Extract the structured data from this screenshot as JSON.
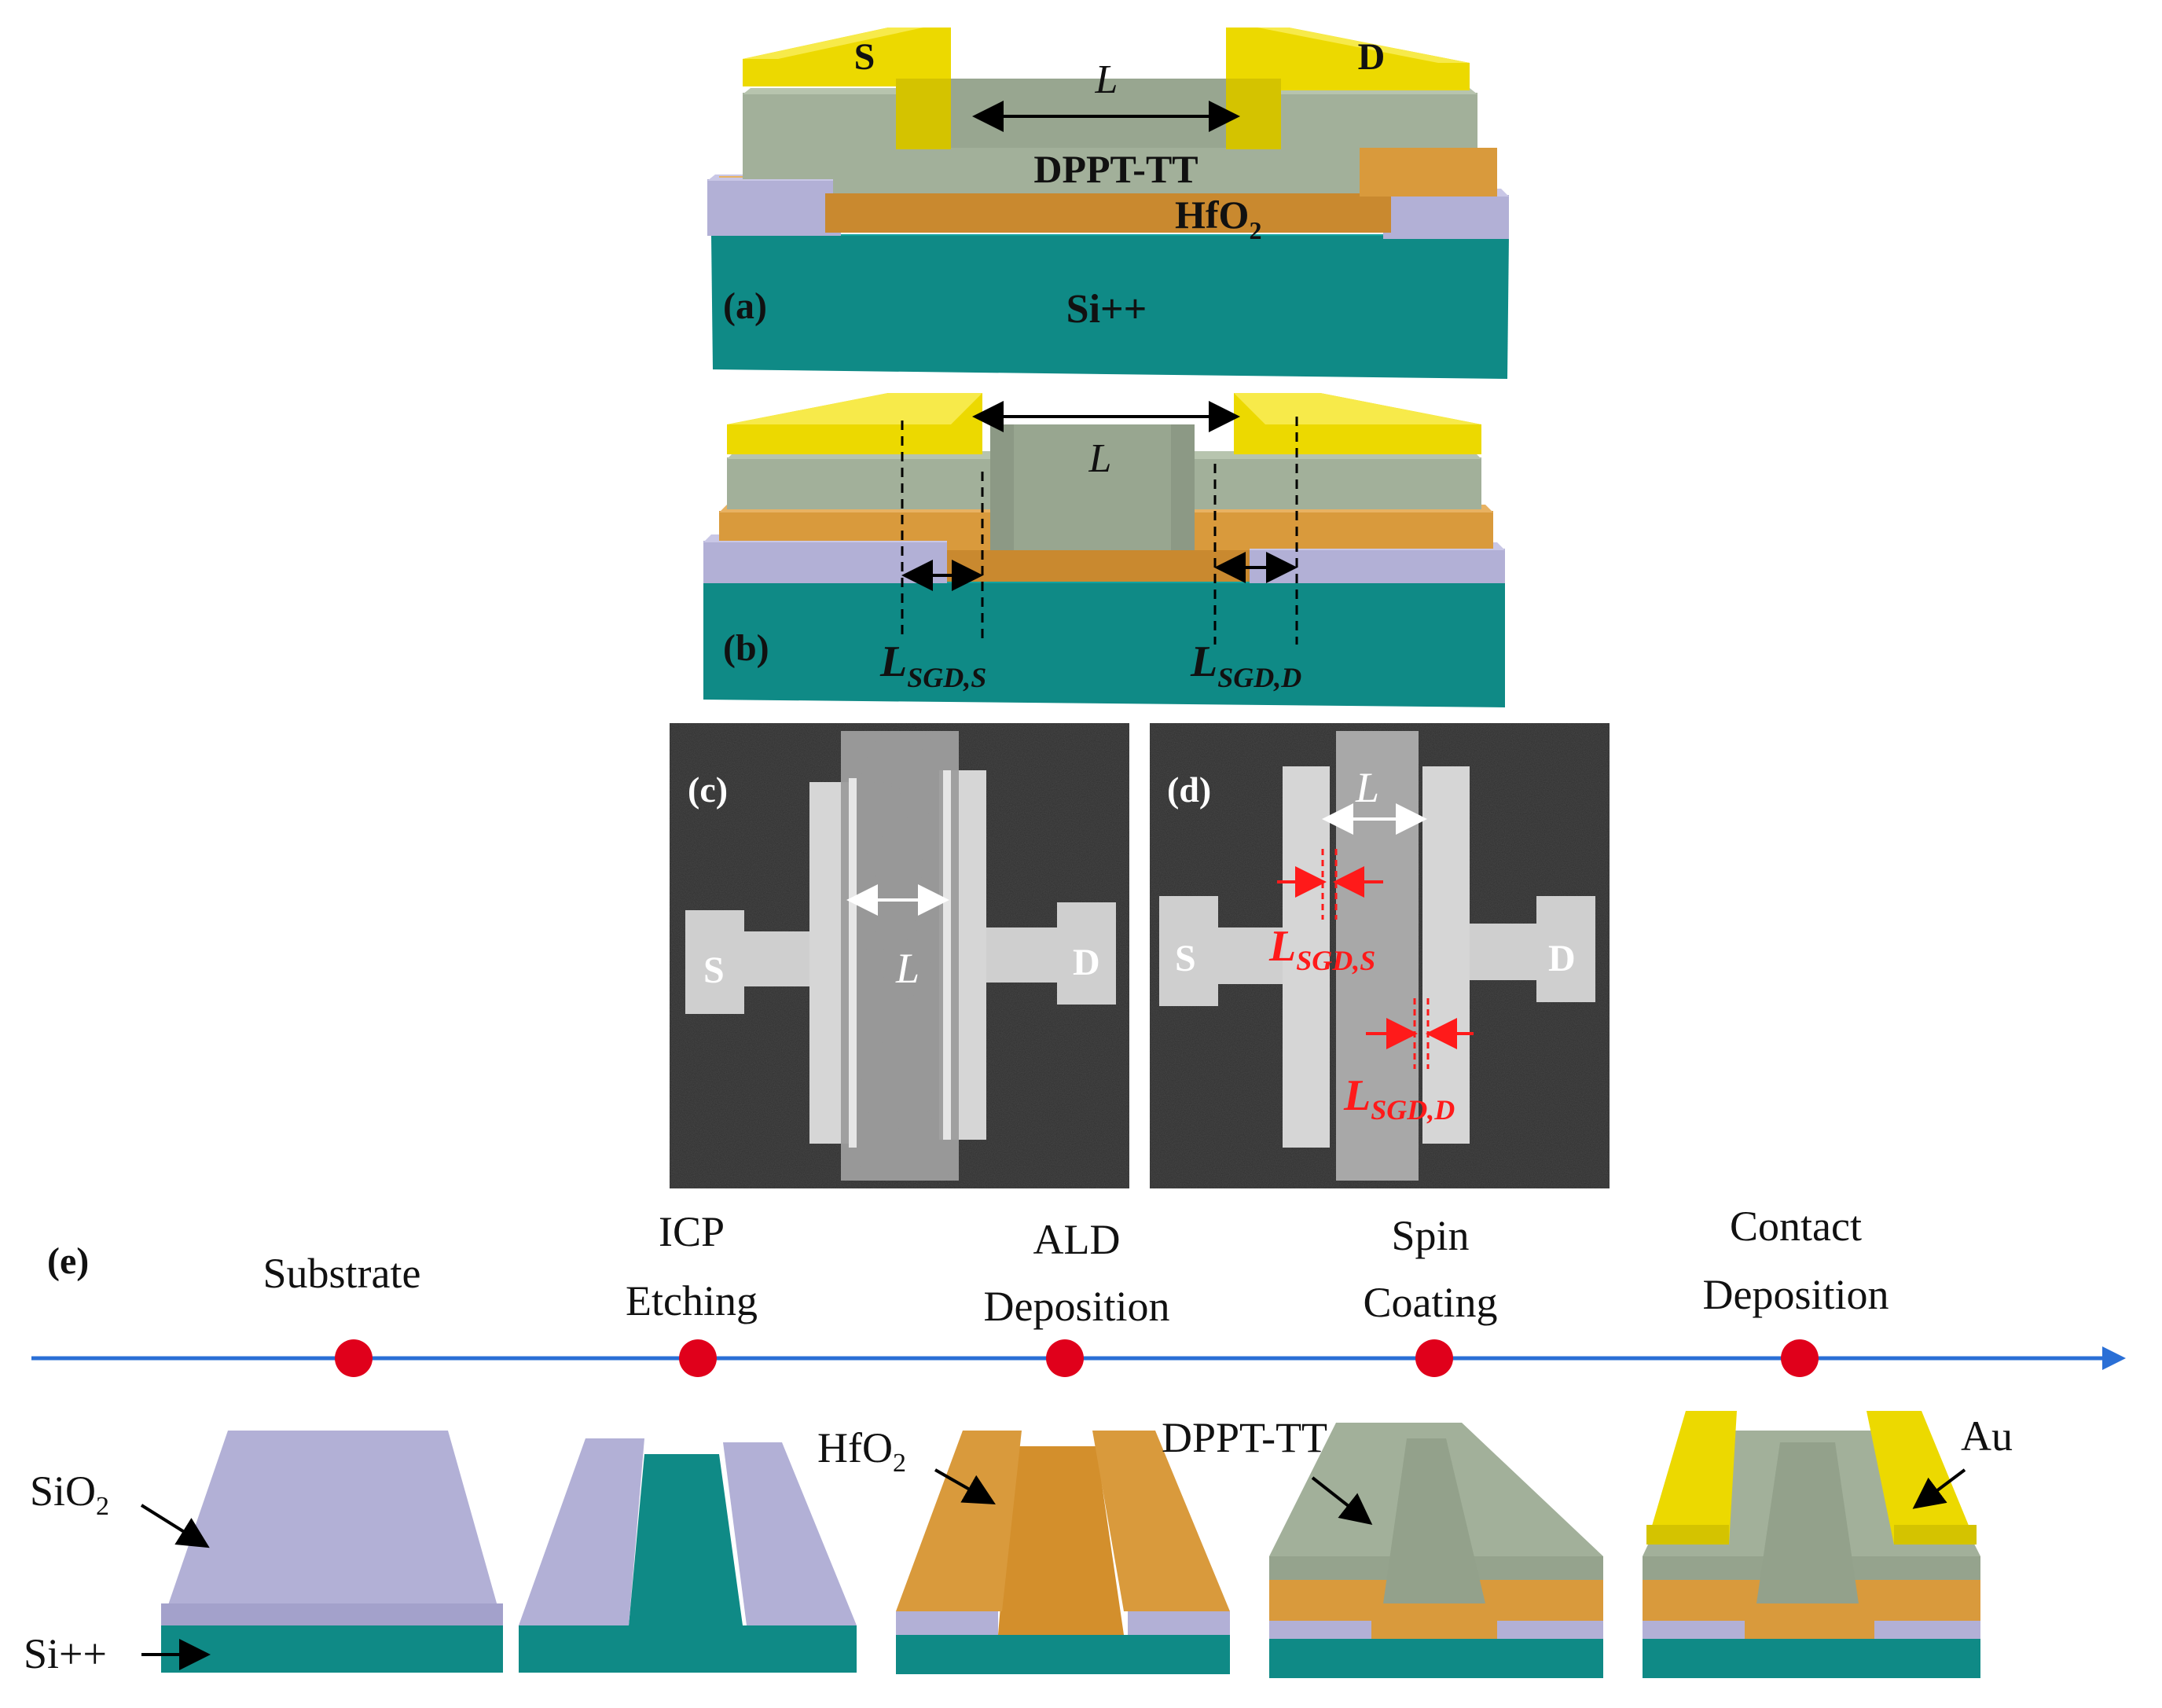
{
  "panel_a": {
    "tag": "(a)",
    "source": "S",
    "drain": "D",
    "channel_length": "L",
    "semiconductor": "DPPT-TT",
    "dielectric_base": "HfO",
    "dielectric_sub": "2",
    "substrate": "Si++"
  },
  "panel_b": {
    "tag": "(b)",
    "channel_length": "L",
    "lsgd_s_main": "L",
    "lsgd_s_sub": "SGD,S",
    "lsgd_d_main": "L",
    "lsgd_d_sub": "SGD,D"
  },
  "panel_c": {
    "tag": "(c)",
    "source": "S",
    "drain": "D",
    "channel_length": "L"
  },
  "panel_d": {
    "tag": "(d)",
    "source": "S",
    "drain": "D",
    "channel_length": "L",
    "lsgd_s_main": "L",
    "lsgd_s_sub": "SGD,S",
    "lsgd_d_main": "L",
    "lsgd_d_sub": "SGD,D"
  },
  "panel_e": {
    "tag": "(e)",
    "steps": [
      {
        "line1": "Substrate",
        "line2": ""
      },
      {
        "line1": "ICP",
        "line2": "Etching"
      },
      {
        "line1": "ALD",
        "line2": "Deposition"
      },
      {
        "line1": "Spin",
        "line2": "Coating"
      },
      {
        "line1": "Contact",
        "line2": "Deposition"
      }
    ],
    "label_sio2_base": "SiO",
    "label_sio2_sub": "2",
    "label_si": "Si++",
    "label_hfo2_base": "HfO",
    "label_hfo2_sub": "2",
    "label_dppt": "DPPT-TT",
    "label_au": "Au"
  },
  "colors": {
    "si": "#0f8a86",
    "si_dark": "#0a6e6b",
    "sio2": "#b2b0d6",
    "hfo2": "#d99a3c",
    "dppt": "#a2b09a",
    "gold": "#ecd900",
    "arrow_blue": "#2a6fd6",
    "dot_red": "#e0001b",
    "red_mark": "#ff1a1a"
  }
}
